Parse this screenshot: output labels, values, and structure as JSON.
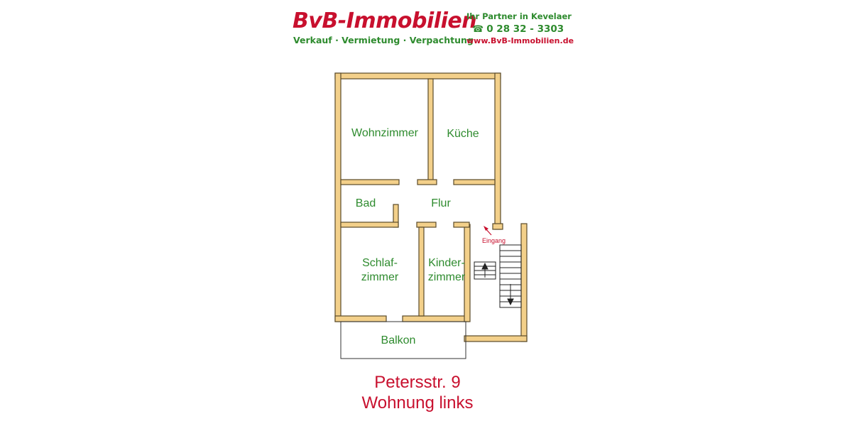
{
  "header": {
    "brand": "BvB-Immobilien",
    "services": "Verkauf · Vermietung · Verpachtung",
    "tagline": "Ihr Partner in Kevelaer",
    "phone_icon": "☎",
    "phone": "0 28 32 - 3303",
    "website": "www.BvB-Immobilien.de"
  },
  "floorplan": {
    "rooms": {
      "wohnzimmer": "Wohnzimmer",
      "kueche": "Küche",
      "bad": "Bad",
      "flur": "Flur",
      "schlafzimmer_1": "Schlaf-",
      "schlafzimmer_2": "zimmer",
      "kinderzimmer_1": "Kinder-",
      "kinderzimmer_2": "zimmer",
      "balkon": "Balkon"
    },
    "entrance": "Eingang"
  },
  "address": {
    "street": "Petersstr. 9",
    "unit": "Wohnung links"
  },
  "colors": {
    "brand_red": "#c8102e",
    "brand_green": "#2e8b2e",
    "wall_fill": "#f3d08a",
    "wall_outline": "#5a4a2a"
  }
}
